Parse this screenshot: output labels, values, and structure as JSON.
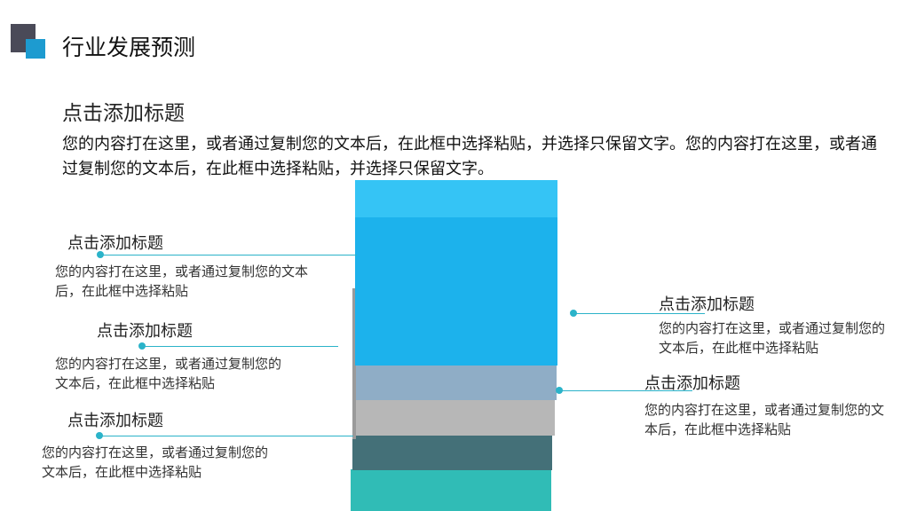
{
  "header": {
    "title": "行业发展预测"
  },
  "section": {
    "title": "点击添加标题",
    "body": "您的内容打在这里，或者通过复制您的文本后，在此框中选择粘贴，并选择只保留文字。您的内容打在这里，或者通过复制您的文本后，在此框中选择粘贴，并选择只保留文字。"
  },
  "labels": [
    {
      "title": "点击添加标题",
      "body": "您的内容打在这里，或者通过复制您的文本后，在此框中选择粘贴"
    },
    {
      "title": "点击添加标题",
      "body": "您的内容打在这里，或者通过复制您的文本后，在此框中选择粘贴"
    },
    {
      "title": "点击添加标题",
      "body": "您的内容打在这里，或者通过复制您的文本后，在此框中选择粘贴"
    },
    {
      "title": "点击添加标题",
      "body": "您的内容打在这里，或者通过复制您的文本后，在此框中选择粘贴"
    },
    {
      "title": "点击添加标题",
      "body": "您的内容打在这里，或者通过复制您的文本后，在此框中选择粘贴"
    }
  ],
  "colors": {
    "accent": "#2bb3c9",
    "layer_top": "#35c4f5",
    "layer_blue": "#1cb2ec",
    "layer_slate": "#8fadc6",
    "layer_gray": "#b7b7b7",
    "layer_teal_dark": "#447078",
    "layer_teal": "#30bcb6"
  }
}
